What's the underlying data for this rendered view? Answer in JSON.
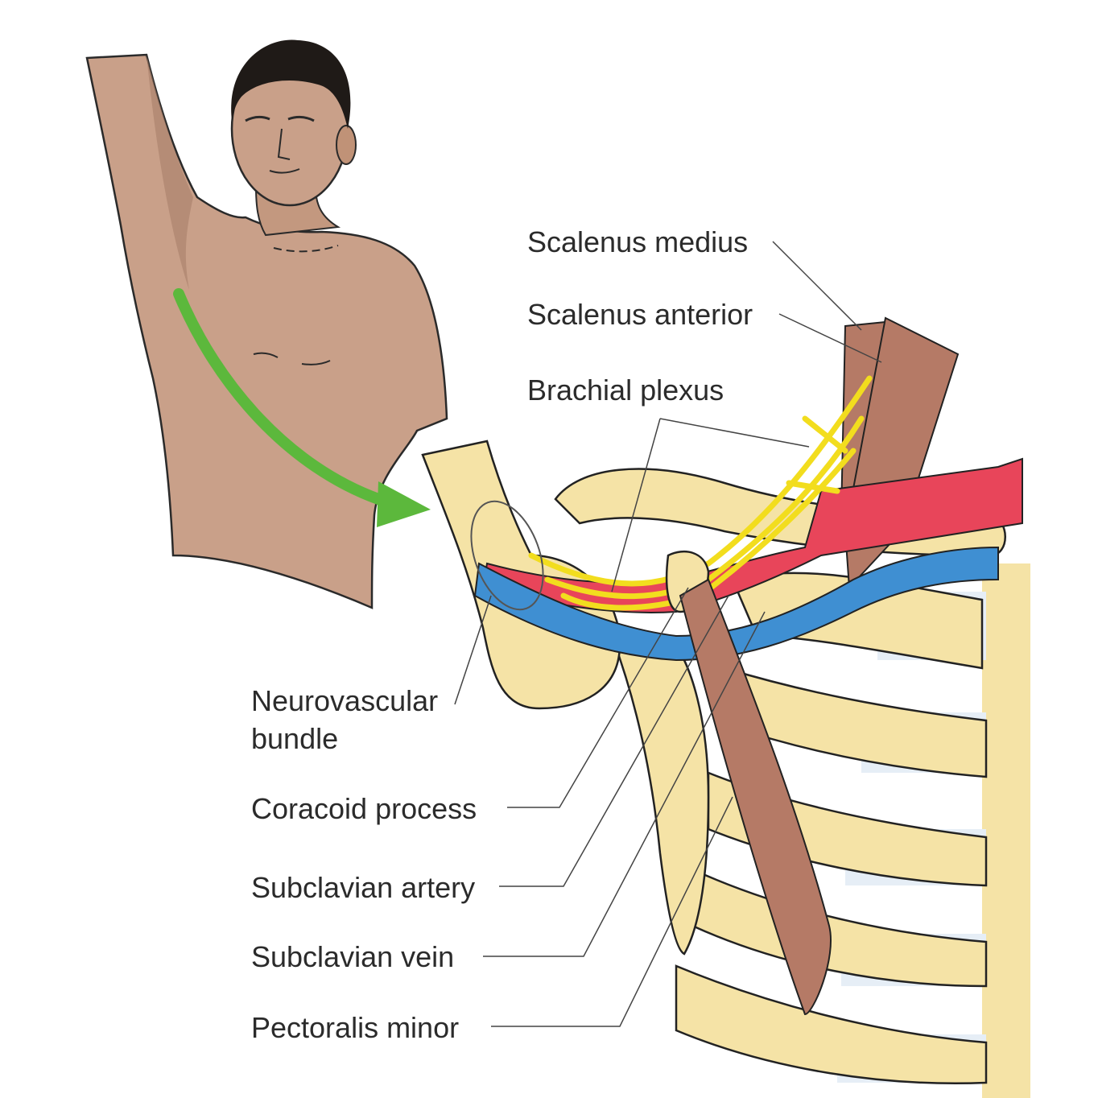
{
  "labels": {
    "scalenus_medius": "Scalenus medius",
    "scalenus_anterior": "Scalenus anterior",
    "brachial_plexus": "Brachial plexus",
    "neurovascular_line1": "Neurovascular",
    "neurovascular_line2": "bundle",
    "coracoid_process": "Coracoid process",
    "subclavian_artery": "Subclavian artery",
    "subclavian_vein": "Subclavian vein",
    "pectoralis_minor": "Pectoralis minor"
  },
  "colors": {
    "skin": "#c9a089",
    "skin_shadow": "#a97f69",
    "bone": "#f5e3a6",
    "bone_outline": "#222222",
    "cartilage": "#e6eef6",
    "muscle": "#b57a66",
    "artery": "#e8455a",
    "vein": "#3f8fd2",
    "nerve": "#f2dd1e",
    "arrow": "#5cb83c",
    "hair": "#1f1a17"
  },
  "icons": {
    "arrow": "green-arrow-icon"
  }
}
